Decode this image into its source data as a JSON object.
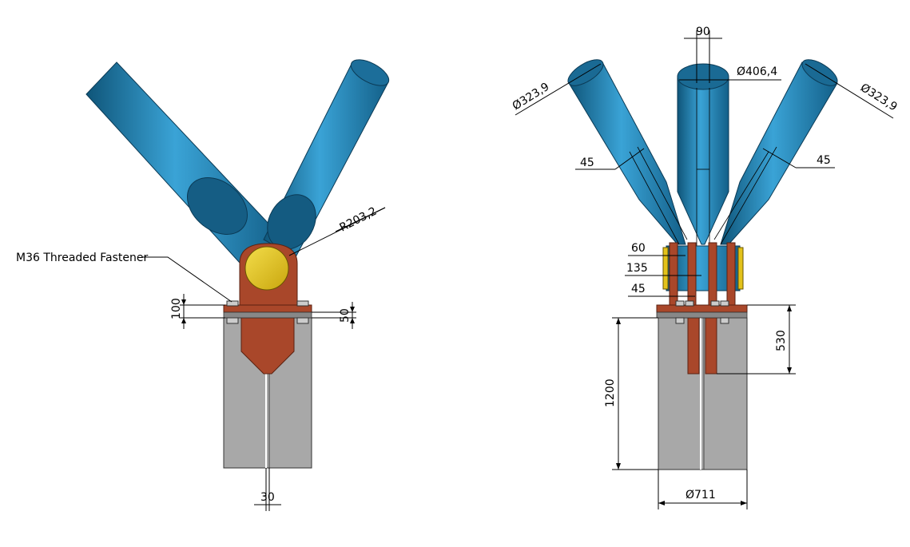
{
  "left_view": {
    "callout_fastener": "M36 Threaded Fastener",
    "radius": "R203,2",
    "dim_plate_height": "100",
    "dim_flange": "50",
    "dim_slot": "30"
  },
  "right_view": {
    "dim_top_gap": "90",
    "dia_center": "Ø406,4",
    "dia_left": "Ø323,9",
    "dia_right": "Ø323,9",
    "angle_left": "45",
    "angle_right": "45",
    "dim_60": "60",
    "dim_135": "135",
    "dim_45": "45",
    "dim_530": "530",
    "dim_1200": "1200",
    "dia_base": "Ø711"
  },
  "colors": {
    "tube": "#1c6e9a",
    "tube_highlight": "#3aa3d6",
    "plate": "#a9472a",
    "pin": "#e3c21a",
    "concrete": "#a8a8a8"
  }
}
